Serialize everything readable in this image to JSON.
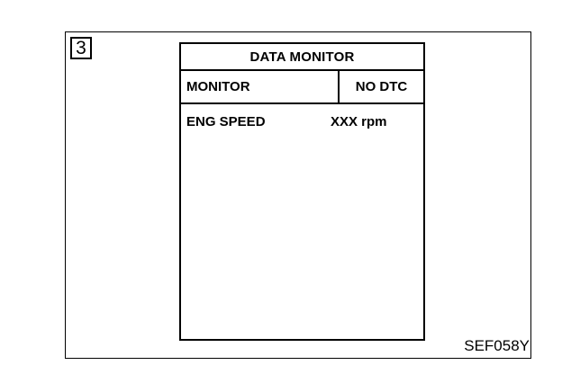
{
  "step_number": "3",
  "screen": {
    "title": "DATA MONITOR",
    "header": {
      "column_label": "MONITOR",
      "status": "NO DTC"
    },
    "rows": [
      {
        "label": "ENG SPEED",
        "value": "XXX rpm"
      }
    ]
  },
  "figure_code": "SEF058Y"
}
